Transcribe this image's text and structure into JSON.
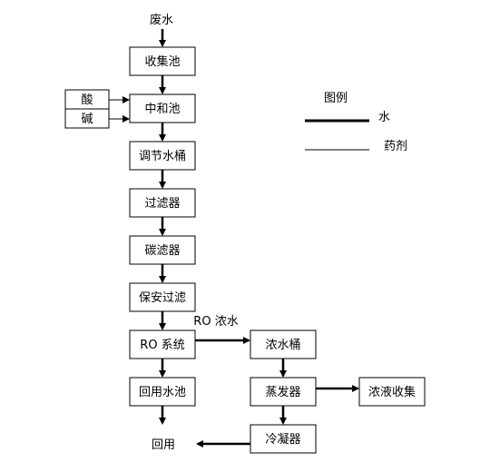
{
  "diagram": {
    "wastewater": "废水",
    "tank": "收集池",
    "neutralization": "中和池",
    "acid": "酸",
    "alkali": "碱",
    "regulating_tank": "调节水桶",
    "filter": "过滤器",
    "carbon_filter": "碳滤器",
    "safety_filter": "保安过滤",
    "ro": "RO 系统",
    "ro_concentrate": "RO 浓水",
    "concentrate_tank": "浓水桶",
    "reuse_pool": "回用水池",
    "evaporator": "蒸发器",
    "concentrate_collection": "浓液收集",
    "condenser": "冷凝器",
    "reuse": "回用"
  },
  "legend": {
    "title": "图例",
    "water": "水",
    "chemical": "药剂"
  },
  "colors": {
    "line": "#000000",
    "box_fill": "#ffffff",
    "text": "#000000"
  }
}
